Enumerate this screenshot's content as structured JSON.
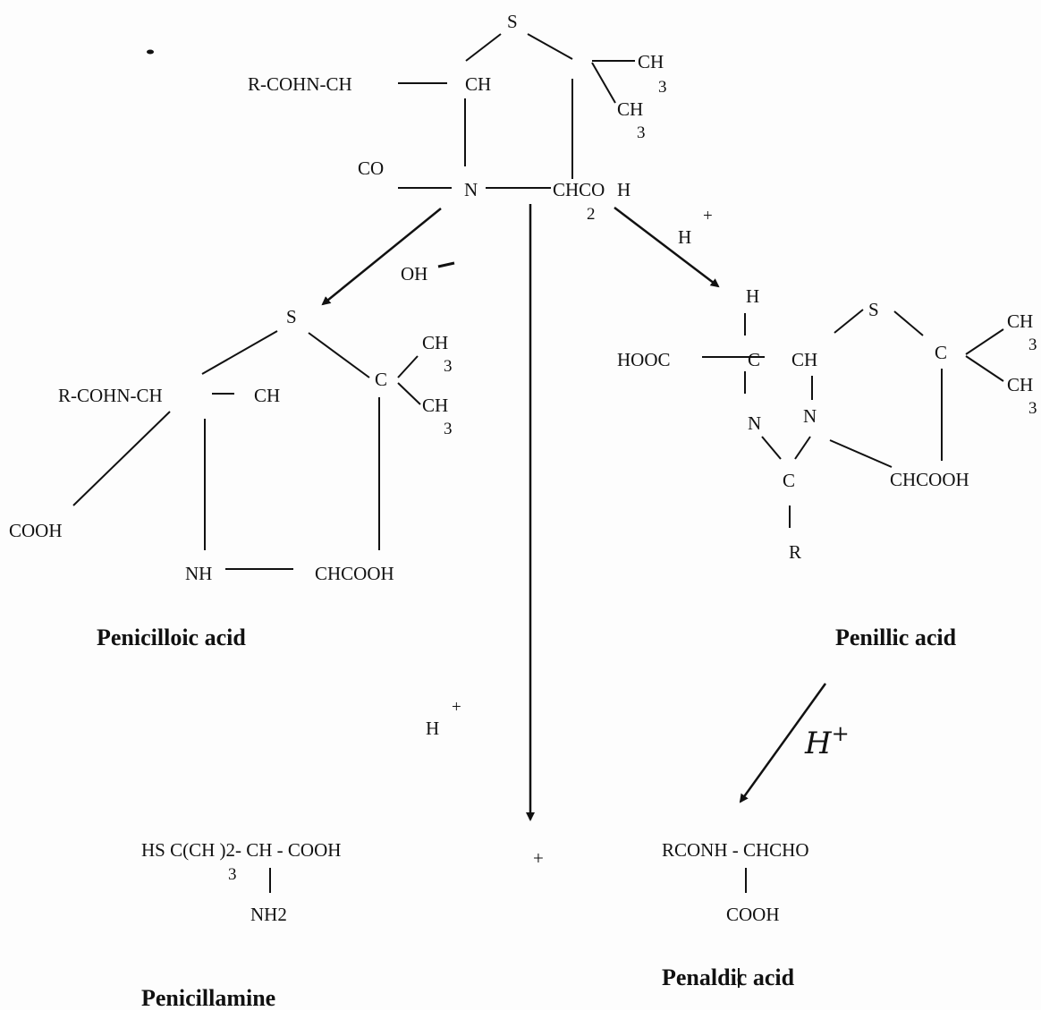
{
  "labels": {
    "top": {
      "S": "S",
      "CH": "CH",
      "rcohn": "R-COHN-CH",
      "ch3a": "CH",
      "ch3a_sub": "3",
      "ch3b": "CH",
      "ch3b_sub": "3",
      "CO": "CO",
      "N": "N",
      "chco": "CHCO",
      "chco_h": "H",
      "chco_sub": "2"
    },
    "reagents": {
      "h_right": "H",
      "h_right_plus": "+",
      "oh": "OH",
      "h_mid": "H",
      "h_mid_plus": "+",
      "h_hand": "H",
      "h_hand_plus": "+"
    },
    "left": {
      "S": "S",
      "rcohn": "R-COHN-CH",
      "CH": "CH",
      "C": "C",
      "ch3a": "CH",
      "ch3a_sub": "3",
      "ch3b": "CH",
      "ch3b_sub": "3",
      "cooh": "COOH",
      "nh": "NH",
      "chcooh": "CHCOOH"
    },
    "right": {
      "H": "H",
      "hooc": "HOOC",
      "C1": "C",
      "CH": "CH",
      "S": "S",
      "C2": "C",
      "ch3a": "CH",
      "ch3a_sub": "3",
      "ch3b": "CH",
      "ch3b_sub": "3",
      "N1": "N",
      "N2": "N",
      "C3": "C",
      "R": "R",
      "chcooh": "CHCOOH"
    },
    "bottom": {
      "penicillamine_formula": "HS C(CH )2- CH - COOH",
      "penicillamine_sub": "3",
      "nh2": "NH2",
      "plus": "+",
      "penaldic_formula": "RCONH - CHCHO",
      "penaldic_cooh": "COOH"
    }
  },
  "captions": {
    "penicilloic": "Penicilloic acid",
    "penillic": "Penillic acid",
    "penicillamine": "Penicillamine",
    "penaldic": "Penaldic acid"
  }
}
